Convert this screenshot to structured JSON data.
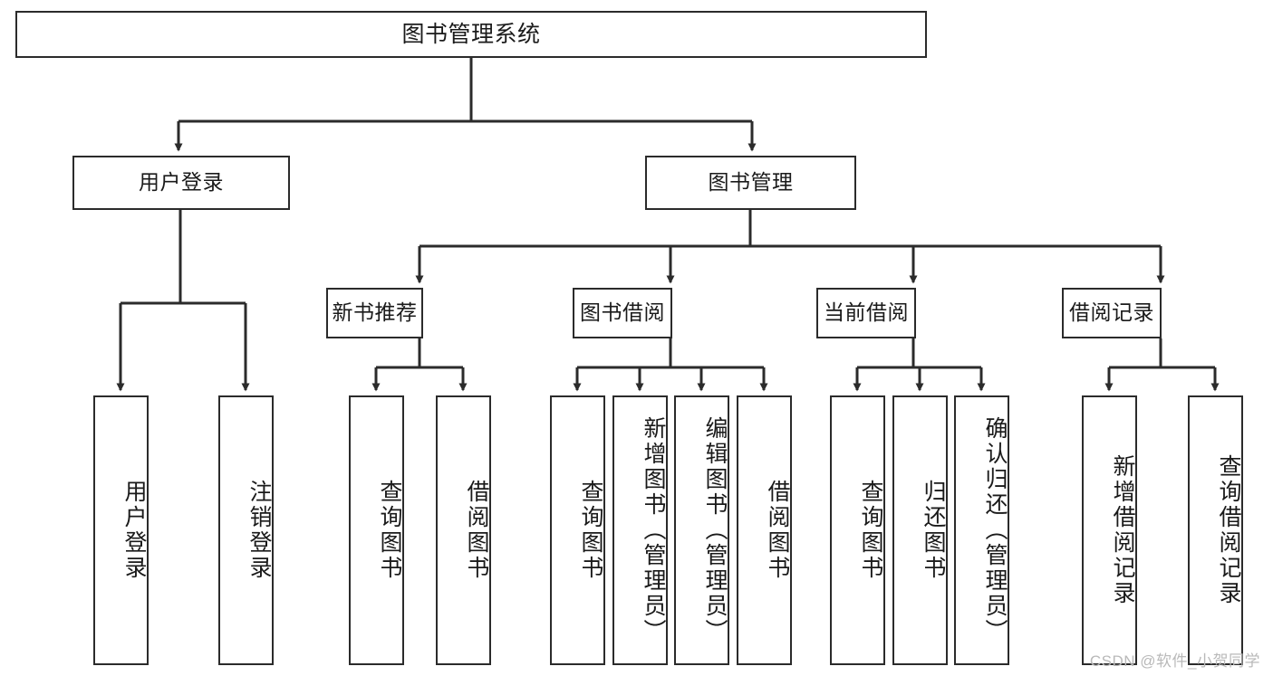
{
  "diagram": {
    "title": "图书管理系统",
    "type": "hierarchy-tree",
    "root": {
      "id": "root",
      "label": "图书管理系统"
    },
    "level2": [
      {
        "id": "user-login",
        "label": "用户登录"
      },
      {
        "id": "book-management",
        "label": "图书管理"
      }
    ],
    "level3": [
      {
        "id": "new-book-recommend",
        "label": "新书推荐",
        "parent": "book-management"
      },
      {
        "id": "book-borrow",
        "label": "图书借阅",
        "parent": "book-management"
      },
      {
        "id": "current-borrow",
        "label": "当前借阅",
        "parent": "book-management"
      },
      {
        "id": "borrow-record",
        "label": "借阅记录",
        "parent": "book-management"
      }
    ],
    "leaves": {
      "user-login": [
        {
          "id": "leaf-user-login",
          "label": "用户登录"
        },
        {
          "id": "leaf-user-logout",
          "label": "注销登录"
        }
      ],
      "new-book-recommend": [
        {
          "id": "leaf-query-book-1",
          "label": "查询图书"
        },
        {
          "id": "leaf-borrow-book-1",
          "label": "借阅图书"
        }
      ],
      "book-borrow": [
        {
          "id": "leaf-query-book-2",
          "label": "查询图书"
        },
        {
          "id": "leaf-add-book",
          "label": "新增图书（管理员）"
        },
        {
          "id": "leaf-edit-book",
          "label": "编辑图书（管理员）"
        },
        {
          "id": "leaf-borrow-book-2",
          "label": "借阅图书"
        }
      ],
      "current-borrow": [
        {
          "id": "leaf-query-book-3",
          "label": "查询图书"
        },
        {
          "id": "leaf-return-book",
          "label": "归还图书"
        },
        {
          "id": "leaf-confirm-return",
          "label": "确认归还（管理员）"
        }
      ],
      "borrow-record": [
        {
          "id": "leaf-add-record",
          "label": "新增借阅记录"
        },
        {
          "id": "leaf-query-record",
          "label": "查询借阅记录"
        }
      ]
    },
    "watermark": "CSDN @软件_小贺同学",
    "colors": {
      "stroke": "#2b2b2b",
      "fill": "#ffffff",
      "text": "#1a1a1a",
      "watermark": "#b9b9b9"
    }
  }
}
